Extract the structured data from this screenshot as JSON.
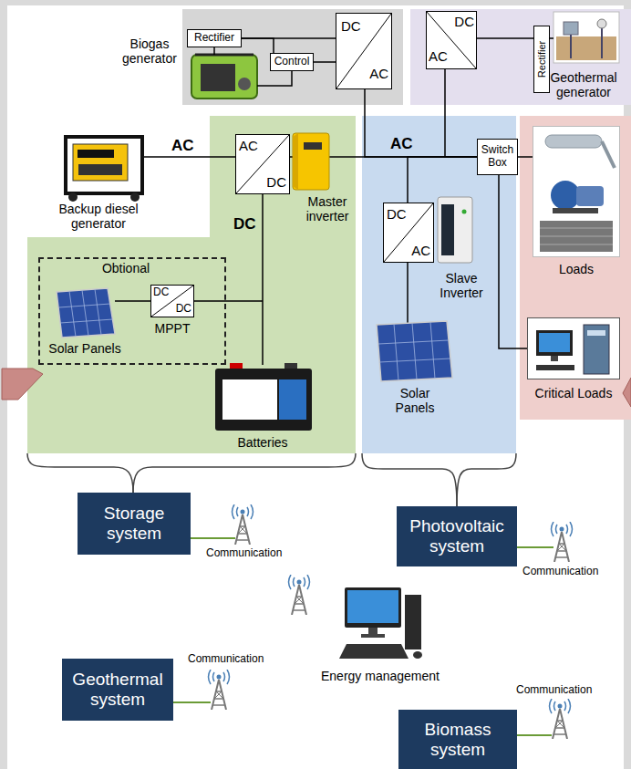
{
  "diagram": {
    "nodes": [
      {
        "text": [
          "Biogas generator"
        ]
      },
      {
        "text": [
          "Rectifier"
        ],
        "in": 0
      },
      {
        "text": [
          "Control"
        ],
        "in": 0
      },
      {
        "text": [
          "DC",
          "AC"
        ],
        "in": 0
      },
      {
        "text": [
          "Geothermal generator"
        ]
      },
      {
        "text": [
          "DC",
          "AC"
        ],
        "in": 4
      },
      {
        "text": [
          "Rectifier"
        ],
        "in": 4
      },
      {
        "text": [
          "Master inverter",
          "Batteries"
        ]
      },
      {
        "text": [
          "AC",
          "DC"
        ],
        "in": 7
      },
      {
        "text": [
          "Obtional",
          "Solar Panels"
        ],
        "in": 7
      },
      {
        "text": [
          "DC",
          "DC",
          "MPPT"
        ],
        "in": 9
      },
      {
        "text": [
          "Slave Inverter",
          "Solar Panels"
        ]
      },
      {
        "text": [
          "Switch Box"
        ],
        "in": 11
      },
      {
        "text": [
          "DC",
          "AC"
        ],
        "in": 11
      },
      {
        "text": [
          "Loads"
        ]
      },
      {
        "text": [
          "Critical Loads"
        ]
      },
      {
        "text": [
          "Storage system"
        ]
      },
      {
        "text": [
          "Photovoltaic system"
        ]
      },
      {
        "text": [
          "Geothermal system"
        ]
      },
      {
        "text": [
          "Biomass system"
        ]
      }
    ],
    "edges": [
      {
        "from": 1,
        "to": 3,
        "arrow": "none"
      },
      {
        "from": 1,
        "to": 2,
        "arrow": "none"
      },
      {
        "from": 2,
        "to": 3,
        "arrow": "none"
      },
      {
        "from": 3,
        "to": 12,
        "arrow": "none"
      },
      {
        "from": 5,
        "to": 12,
        "arrow": "none"
      },
      {
        "from": 8,
        "to": 12,
        "label": "AC",
        "arrow": "none"
      },
      {
        "from": 13,
        "to": 12,
        "arrow": "none"
      },
      {
        "from": 12,
        "to": 14,
        "arrow": "none"
      },
      {
        "from": 12,
        "to": 15,
        "arrow": "none"
      },
      {
        "from": 6,
        "to": 5,
        "arrow": "none"
      }
    ],
    "labels": [
      "AC",
      "Backup diesel generator",
      "DC",
      "Communication",
      "Communication",
      "Communication",
      "Energy management",
      "Communication"
    ]
  }
}
